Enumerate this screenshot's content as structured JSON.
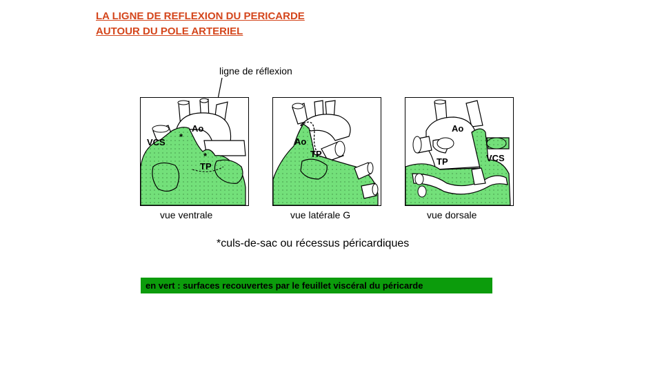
{
  "title": {
    "line1": "LA LIGNE DE REFLEXION DU PERICARDE",
    "line2": "AUTOUR DU POLE ARTERIEL"
  },
  "callout": "ligne de réflexion",
  "panels": [
    {
      "caption": "vue ventrale",
      "labels": {
        "vcs": "VCS",
        "ao": "Ao",
        "tp": "TP",
        "star1": "*",
        "star2": "*"
      }
    },
    {
      "caption": "vue latérale G",
      "labels": {
        "ao": "Ao",
        "tp": "TP"
      }
    },
    {
      "caption": "vue dorsale",
      "labels": {
        "ao": "Ao",
        "tp": "TP",
        "vcs": "VCS"
      }
    }
  ],
  "footnote": "*culs-de-sac ou récessus péricardiques",
  "legend": "en vert : surfaces recouvertes par le feuillet viscéral du péricarde",
  "colors": {
    "title": "#d4461c",
    "green_fill": "#73e07a",
    "legend_bg": "#0c9c0c"
  }
}
